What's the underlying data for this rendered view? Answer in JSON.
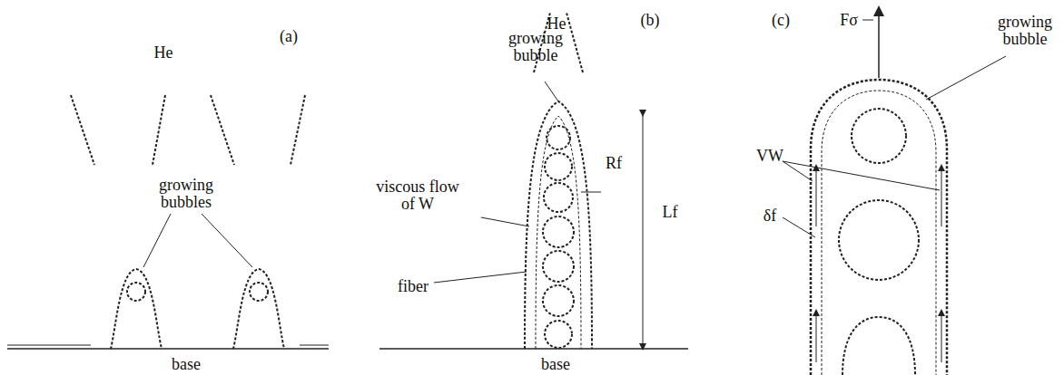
{
  "diagram": {
    "labels": [
      "(a)",
      "He",
      "growing bubbles",
      "base",
      "He",
      "(b)",
      "growing bubble",
      "Rf",
      "Lf",
      "viscous flow of W",
      "fiber",
      "base",
      "(c)",
      "Fσ",
      "growing bubble",
      "VW",
      "δf"
    ]
  }
}
